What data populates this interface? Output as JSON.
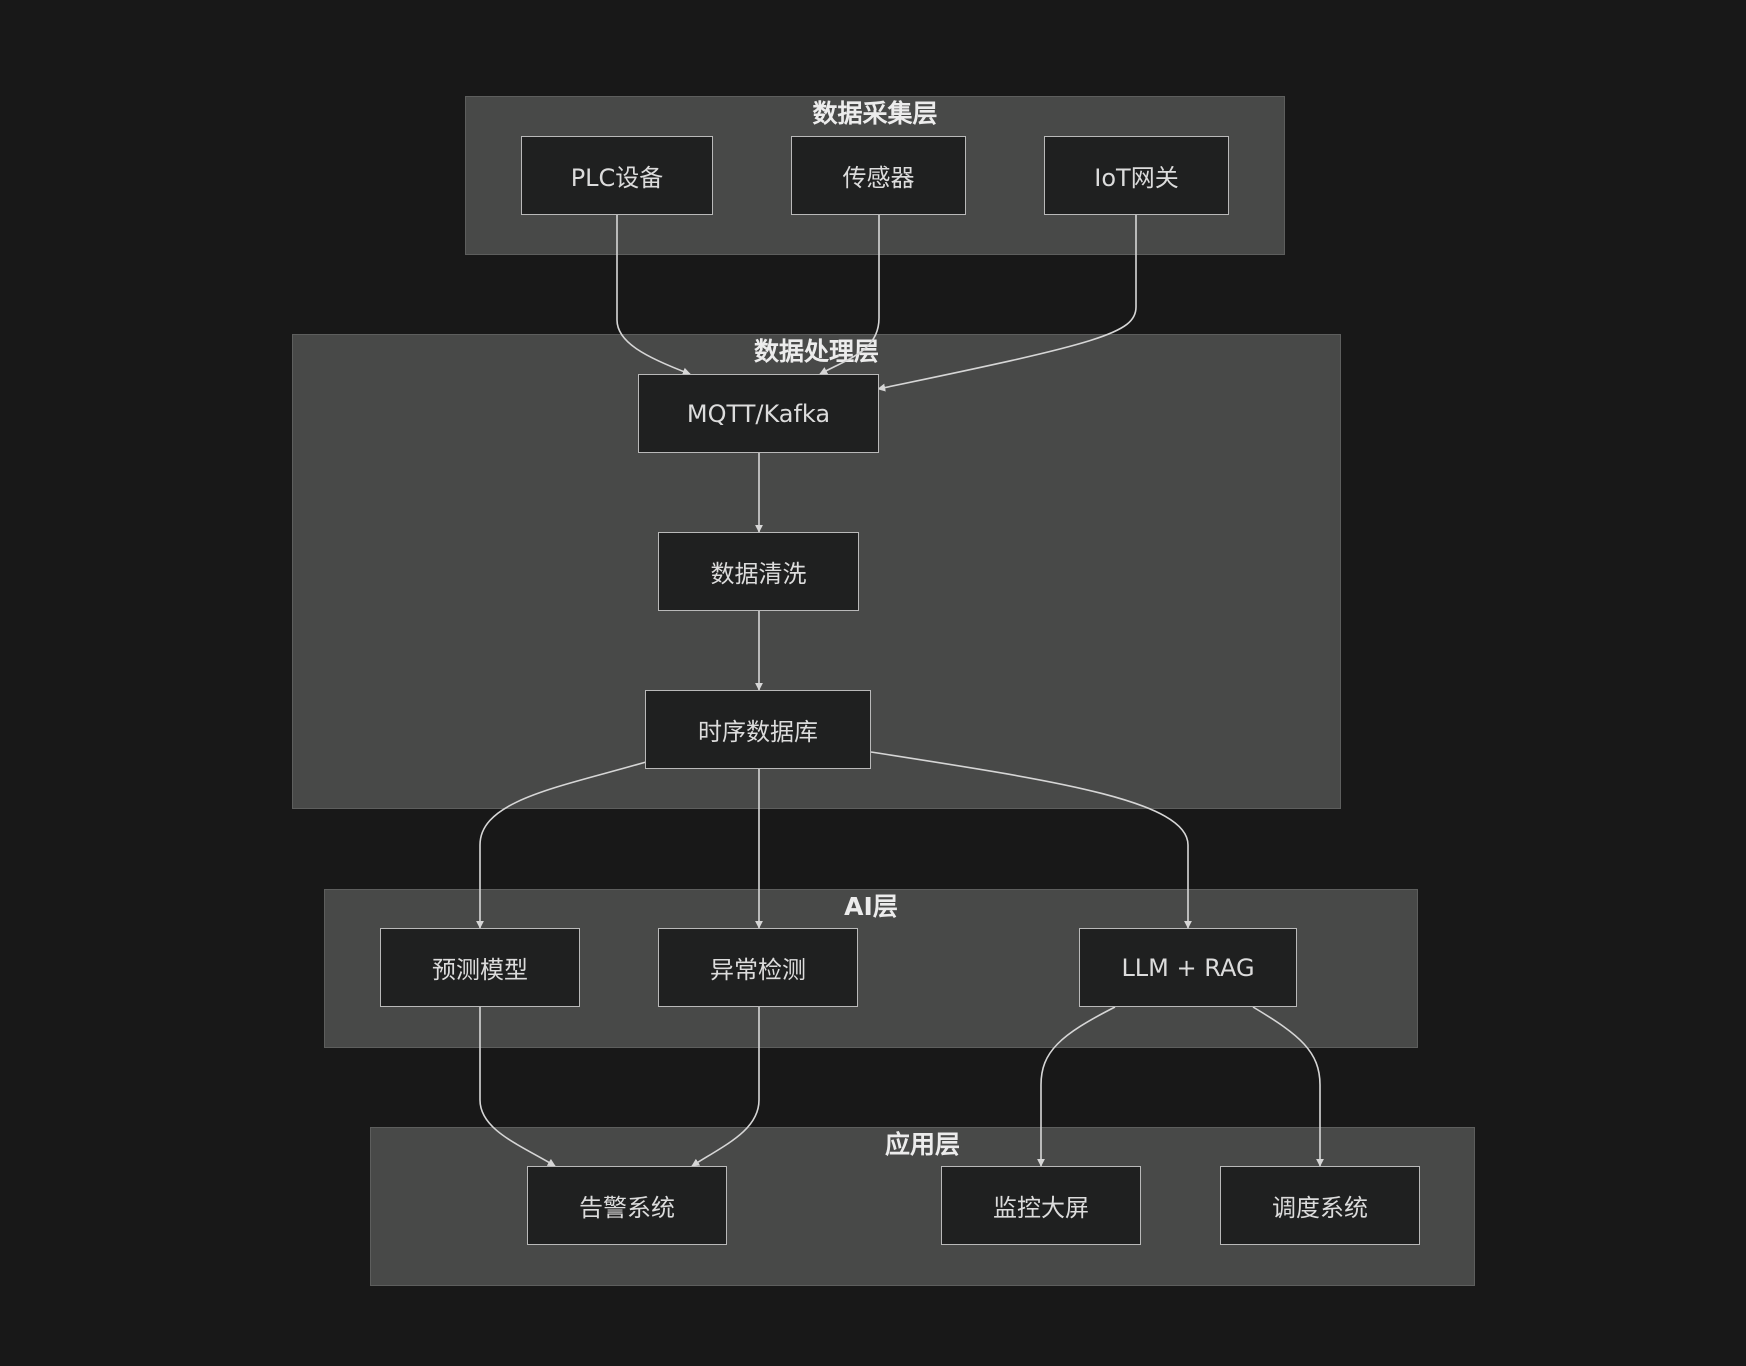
{
  "layers": {
    "collection": "数据采集层",
    "processing": "数据处理层",
    "ai": "AI层",
    "application": "应用层"
  },
  "nodes": {
    "plc": "PLC设备",
    "sensor": "传感器",
    "iot": "IoT网关",
    "mqtt": "MQTT/Kafka",
    "clean": "数据清洗",
    "tsdb": "时序数据库",
    "predict": "预测模型",
    "anomaly": "异常检测",
    "llm": "LLM + RAG",
    "alarm": "告警系统",
    "monitor": "监控大屏",
    "dispatch": "调度系统"
  },
  "colors": {
    "background": "#181818",
    "layer_fill": "#484948",
    "node_fill": "#1f2020",
    "node_border": "#b9b9b9",
    "edge": "#d6d6d6",
    "text": "#dcdcdc"
  }
}
